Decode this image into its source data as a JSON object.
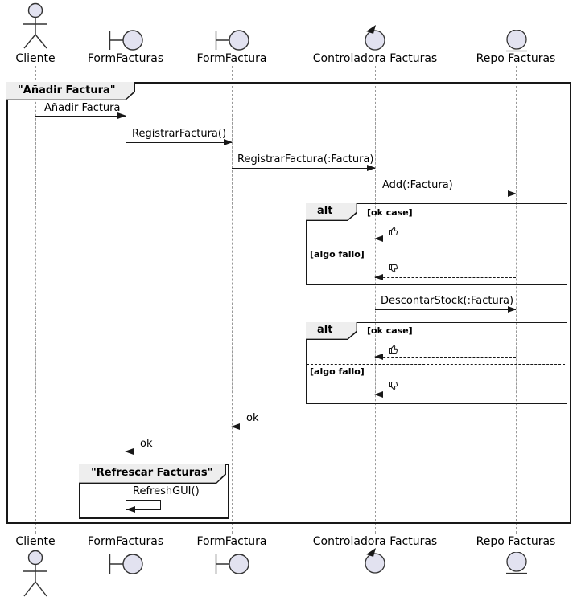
{
  "diagram_type": "uml-sequence-diagram",
  "participants": [
    {
      "name": "Cliente",
      "icon": "actor"
    },
    {
      "name": "FormFacturas",
      "icon": "boundary"
    },
    {
      "name": "FormFactura",
      "icon": "boundary"
    },
    {
      "name": "Controladora Facturas",
      "icon": "control"
    },
    {
      "name": "Repo Facturas",
      "icon": "entity"
    }
  ],
  "main_frame": {
    "title": "\"Añadir Factura\""
  },
  "messages": {
    "anadir_factura": "Añadir Factura",
    "registrar_factura": "RegistrarFactura()",
    "registrar_factura_param": "RegistrarFactura(:Factura)",
    "add_factura": "Add(:Factura)",
    "descontar_stock": "DescontarStock(:Factura)",
    "ok_to_formfactura": "ok",
    "ok_to_formfacturas": "ok",
    "refresh_gui": "RefreshGUI()"
  },
  "alt1": {
    "keyword": "alt",
    "guard_ok": "[ok case]",
    "guard_fail": "[algo fallo]",
    "ok_icon": "thumbs-up",
    "fail_icon": "thumbs-down"
  },
  "alt2": {
    "keyword": "alt",
    "guard_ok": "[ok case]",
    "guard_fail": "[algo fallo]",
    "ok_icon": "thumbs-up",
    "fail_icon": "thumbs-down"
  },
  "refresh_frame": {
    "title": "\"Refrescar Facturas\""
  },
  "colors": {
    "participant_fill": "#E2E2F0",
    "stroke": "#181818",
    "tab_fill": "#EEEEEE",
    "lifeline": "#999999"
  }
}
